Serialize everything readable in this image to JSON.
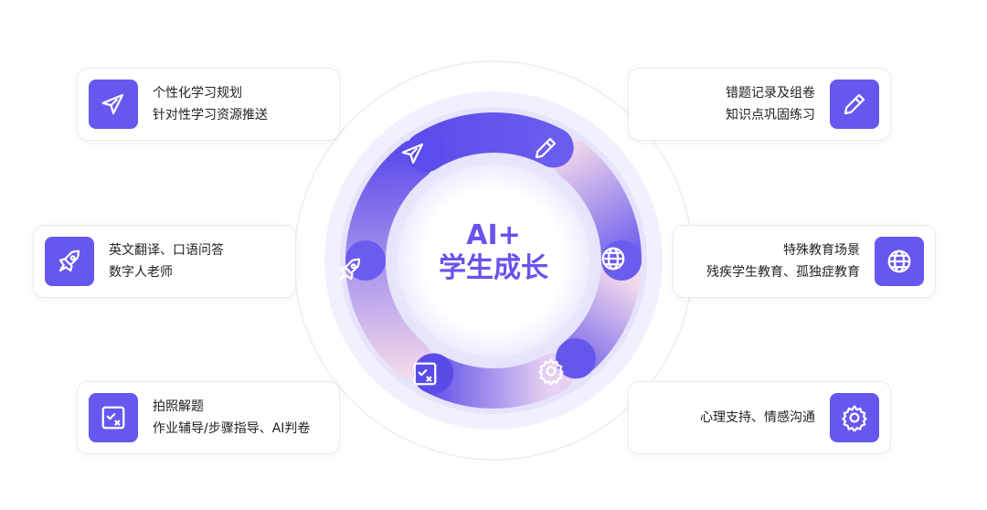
{
  "center": {
    "line1": "AI+",
    "line2": "学生成长"
  },
  "colors": {
    "accent": "#6658ee",
    "ring_light": "#eeeeff",
    "text": "#222222"
  },
  "cards": [
    {
      "side": "left",
      "icon": "paper-plane-icon",
      "line1": "个性化学习规划",
      "line2": "针对性学习资源推送"
    },
    {
      "side": "left",
      "icon": "rocket-icon",
      "line1": "英文翻译、口语问答",
      "line2": "数字人老师"
    },
    {
      "side": "left",
      "icon": "photo-check-icon",
      "line1": "拍照解题",
      "line2": "作业辅导/步骤指导、AI判卷"
    },
    {
      "side": "right",
      "icon": "pencil-icon",
      "line1": "错题记录及组卷",
      "line2": "知识点巩固练习"
    },
    {
      "side": "right",
      "icon": "globe-icon",
      "line1": "特殊教育场景",
      "line2": "残疾学生教育、孤独症教育"
    },
    {
      "side": "right",
      "icon": "gear-icon",
      "line1": "心理支持、情感沟通",
      "line2": ""
    }
  ]
}
